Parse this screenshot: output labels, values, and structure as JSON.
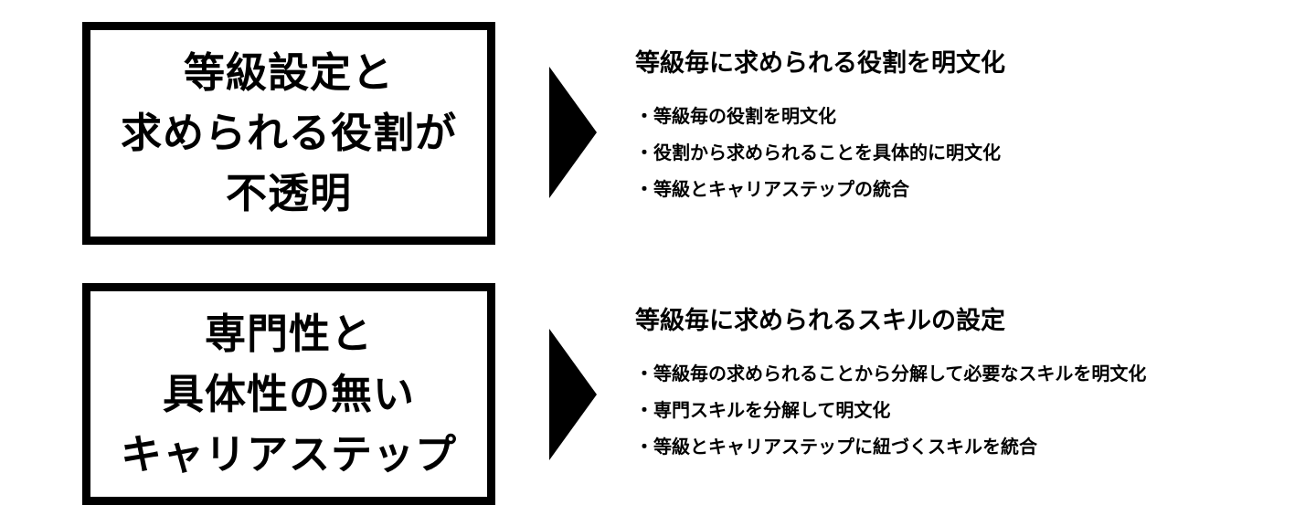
{
  "page": {
    "background_color": "#ffffff",
    "text_color": "#000000",
    "arrow_color": "#000000",
    "box_border_color": "#000000"
  },
  "rows": [
    {
      "box_lines": [
        "等級設定と",
        "求められる役割が",
        "不透明"
      ],
      "heading": "等級毎に求められる役割を明文化",
      "bullets": [
        "・等級毎の役割を明文化",
        "・役割から求められることを具体的に明文化",
        "・等級とキャリアステップの統合"
      ]
    },
    {
      "box_lines": [
        "専門性と",
        "具体性の無い",
        "キャリアステップ"
      ],
      "heading": "等級毎に求められるスキルの設定",
      "bullets": [
        "・等級毎の求められることから分解して必要なスキルを明文化",
        "・専門スキルを分解して明文化",
        "・等級とキャリアステップに紐づくスキルを統合"
      ]
    }
  ]
}
